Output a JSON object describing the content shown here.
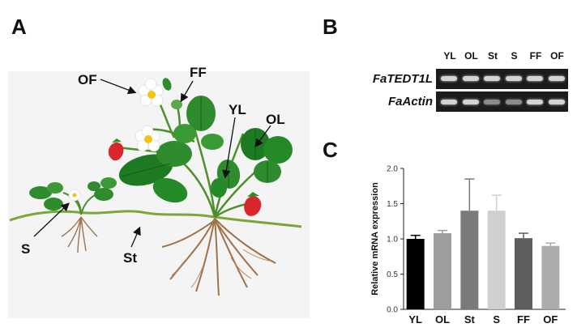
{
  "panels": {
    "a": {
      "letter": "A",
      "labels": {
        "of": "OF",
        "ff": "FF",
        "yl": "YL",
        "ol": "OL",
        "s": "S",
        "st": "St"
      }
    },
    "b": {
      "letter": "B",
      "lanes": [
        "YL",
        "OL",
        "St",
        "S",
        "FF",
        "OF"
      ],
      "genes": [
        "FaTEDT1L",
        "FaActin"
      ]
    },
    "c": {
      "letter": "C"
    }
  },
  "colors": {
    "gel_background": "#1b1b1b",
    "gel_band": "#e8e8e8",
    "leaf": "#2e8b2e",
    "root": "#a0724a",
    "strawberry": "#d8262a"
  },
  "chart_data": {
    "type": "bar",
    "categories": [
      "YL",
      "OL",
      "St",
      "S",
      "FF",
      "OF"
    ],
    "values": [
      1.0,
      1.08,
      1.4,
      1.4,
      1.01,
      0.9
    ],
    "errors": [
      0.05,
      0.04,
      0.45,
      0.22,
      0.07,
      0.04
    ],
    "bar_colors": [
      "#000000",
      "#9d9d9d",
      "#7a7a7a",
      "#cfcfcf",
      "#5e5e5e",
      "#acacac"
    ],
    "title": "",
    "xlabel": "",
    "ylabel": "Relative mRNA expression",
    "ylim": [
      0,
      2.0
    ],
    "yticks": [
      "0.0",
      "0.5",
      "1.0",
      "1.5",
      "2.0"
    ],
    "grid": false
  }
}
